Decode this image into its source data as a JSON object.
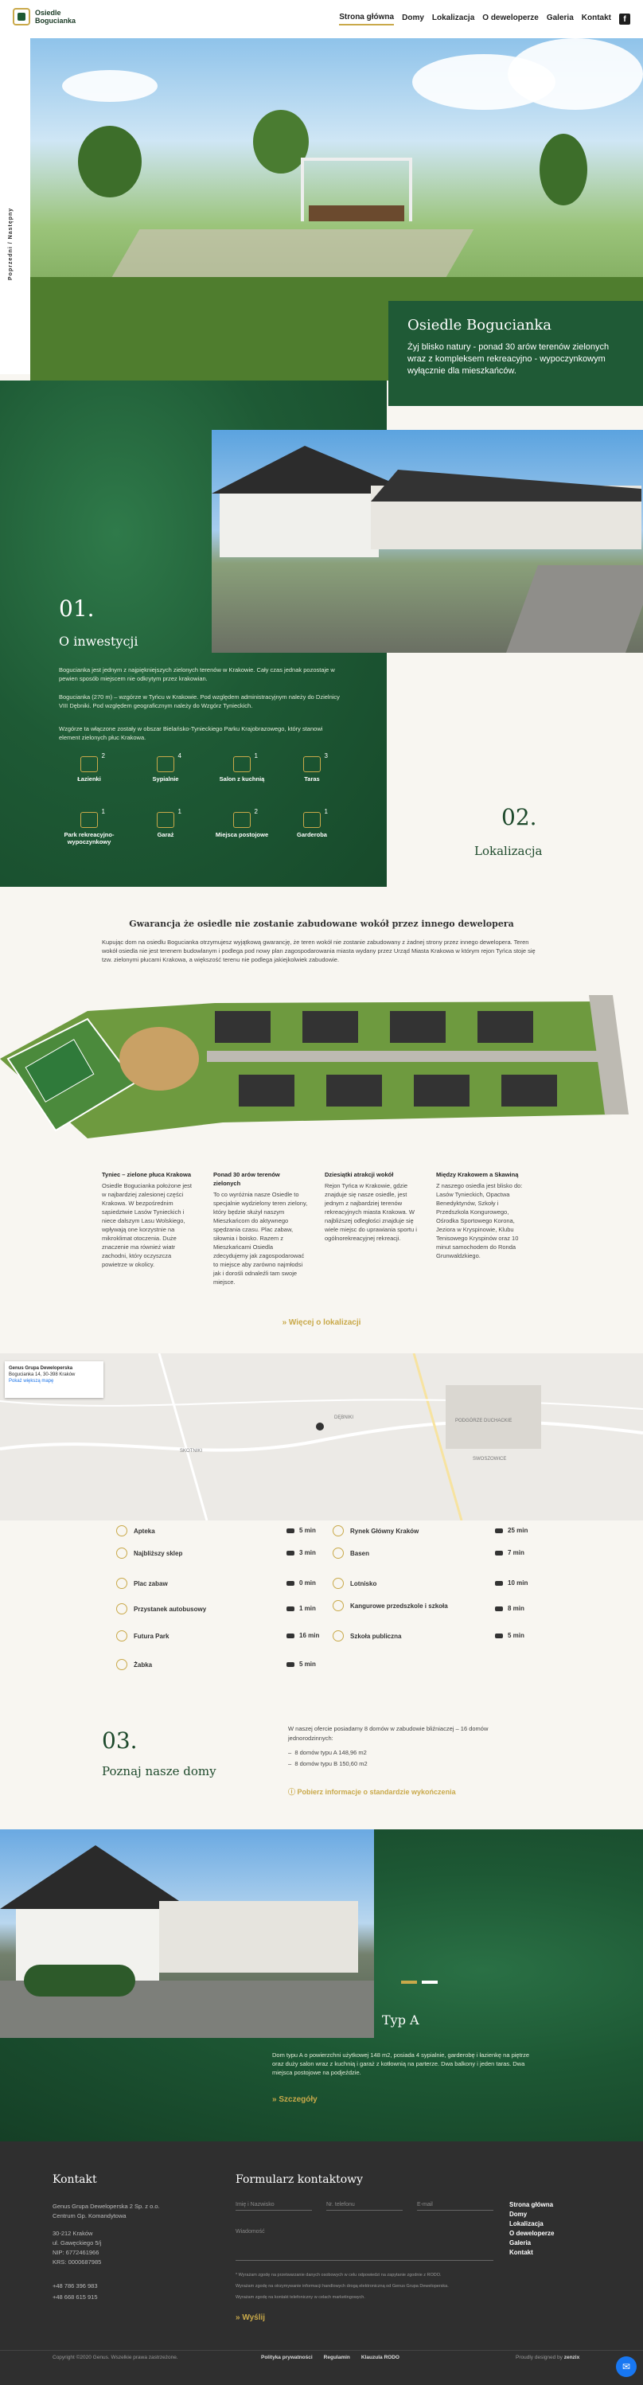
{
  "header": {
    "logo": "Osiedle\nBogucianka",
    "nav": [
      "Strona główna",
      "Domy",
      "Lokalizacja",
      "O deweloperze",
      "Galeria",
      "Kontakt"
    ],
    "side_tab": "Poprzedni / Następny"
  },
  "hero": {
    "title": "Osiedle Bogucianka",
    "text": "Żyj blisko natury - ponad 30 arów terenów zielonych wraz z kompleksem rekreacyjno - wypoczynkowym wyłącznie dla mieszkańców."
  },
  "investment": {
    "number": "01.",
    "title": "O inwestycji",
    "p1": "Bogucianka jest jednym z najpiękniejszych zielonych terenów w Krakowie. Cały czas jednak pozostaje w pewien sposób miejscem nie odkrytym przez krakowian.",
    "p2": "Bogucianka (270 m) – wzgórze w Tyńcu w Krakowie. Pod względem administracyjnym należy do Dzielnicy VIII Dębniki. Pod względem geograficznym należy do Wzgórz Tynieckich.",
    "p3": "Wzgórze ta włączone zostały w obszar Bielańsko-Tynieckiego Parku Krajobrazowego, który stanowi element zielonych płuc Krakowa.",
    "amenities": [
      {
        "label": "Łazienki",
        "count": "2"
      },
      {
        "label": "Sypialnie",
        "count": "4"
      },
      {
        "label": "Salon z kuchnią",
        "count": "1"
      },
      {
        "label": "Taras",
        "count": "3"
      },
      {
        "label": "Park rekreacyjno-wypoczynkowy",
        "count": "1"
      },
      {
        "label": "Garaż",
        "count": "1"
      },
      {
        "label": "Miejsca postojowe",
        "count": "2"
      },
      {
        "label": "Garderoba",
        "count": "1"
      }
    ]
  },
  "location": {
    "number": "02.",
    "title": "Lokalizacja"
  },
  "guarantee": {
    "title": "Gwarancja że osiedle nie zostanie zabudowane wokół przez innego dewelopera",
    "text": "Kupując dom na osiedlu Bogucianka otrzymujesz wyjątkową gwarancję, że teren wokół nie zostanie zabudowany z żadnej strony przez innego dewelopera. Teren wokół osiedla nie jest terenem budowlanym i podlega pod nowy plan zagospodarowania miasta wydany przez Urząd Miasta Krakowa w którym rejon Tyńca stoje się tzw. zielonymi płucami Krakowa, a większość terenu nie podlega jakiejkolwiek zabudowie.",
    "columns": [
      {
        "title": "Tyniec – zielone płuca Krakowa",
        "text": "Osiedle Bogucianka położone jest w najbardziej zalesionej części Krakowa. W bezpośrednim sąsiedztwie Lasów Tynieckich i niece dalszym Lasu Wolskiego, wpływają one korzystnie na mikroklimat otoczenia. Duże znaczenie ma również wiatr zachodni, który oczyszcza powietrze w okolicy."
      },
      {
        "title": "Ponad 30 arów terenów zielonych",
        "text": "To co wyróżnia nasze Osiedle to specjalnie wydzielony teren zielony, który będzie służył naszym Mieszkańcom do aktywnego spędzania czasu. Plac zabaw, siłownia i boisko. Razem z Mieszkańcami Osiedla zdecydujemy jak zagospodarować to miejsce aby zarówno najmłodsi jak i dorośli odnaleźli tam swoje miejsce."
      },
      {
        "title": "Dziesiątki atrakcji wokół",
        "text": "Rejon Tyńca w Krakowie, gdzie znajduje się nasze osiedle, jest jednym z najbardziej terenów rekreacyjnych miasta Krakowa. W najbliższej odległości znajduje się wiele miejsc do uprawiania sportu i ogólnorekreacyjnej rekreacji."
      },
      {
        "title": "Między Krakowem a Skawiną",
        "text": "Z naszego osiedla jest blisko do: Lasów Tynieckich, Opactwa Benedyktynów, Szkoły i Przedszkola Kongurowego, Ośrodka Sportowego Korona, Jeziora w Kryspinowie, Klubu Tenisowego Kryspinów oraz 10 minut samochodem do Ronda Grunwaldzkiego."
      }
    ],
    "more": "» Więcej o lokalizacji"
  },
  "map": {
    "card_title": "Genus Grupa Deweloperska",
    "card_addr": "Bogucianka 14, 30-398 Kraków",
    "card_link": "Pokaż większą mapę",
    "labels": [
      "SKOTNIKI",
      "DĘBNIKI",
      "PODGÓRZE DUCHACKIE",
      "SWOSZOWICE"
    ]
  },
  "distances": [
    {
      "name": "Apteka",
      "time": "5 min"
    },
    {
      "name": "Rynek Główny Kraków",
      "time": "25 min"
    },
    {
      "name": "Najbliższy sklep",
      "time": "3 min"
    },
    {
      "name": "Basen",
      "time": "7 min"
    },
    {
      "name": "Plac zabaw",
      "time": "0 min"
    },
    {
      "name": "Lotnisko",
      "time": "10 min"
    },
    {
      "name": "Przystanek autobusowy",
      "time": "1 min"
    },
    {
      "name": "Kangurowe przedszkole i szkoła",
      "time": "8 min"
    },
    {
      "name": "Futura Park",
      "time": "16 min"
    },
    {
      "name": "Szkoła publiczna",
      "time": "5 min"
    },
    {
      "name": "Żabka",
      "time": "5 min"
    }
  ],
  "houses": {
    "number": "03.",
    "title": "Poznaj nasze domy",
    "intro": "W naszej ofercie posiadamy 8 domów w zabudowie bliźniaczej – 16 domów jednorodzinnych:",
    "items": [
      "8 domów typu A 148,96 m2",
      "8 domów typu B 150,60 m2"
    ],
    "link": "Pobierz informacje o standardzie wykończenia"
  },
  "typeA": {
    "title": "Typ A",
    "text": "Dom typu A o powierzchni użytkowej 148 m2, posiada 4 sypialnie, garderobę i łazienkę na piętrze oraz duży salon wraz z kuchnią i garaż z kotłownią na parterze. Dwa balkony i jeden taras. Dwa miejsca postojowe na podjeździe.",
    "more": "» Szczegóły"
  },
  "footer": {
    "contact_title": "Kontakt",
    "company": "Genus Grupa Deweloperska 2 Sp. z o.o.",
    "company2": "Centrum Gp. Komandytowa",
    "addr1": "30-212 Kraków",
    "addr2": "ul. Gawęckiego 5/j",
    "nip": "NIP: 6772461966",
    "krs": "KRS: 0000687985",
    "phone1": "+48 786 396 983",
    "phone2": "+48 668 615 915",
    "form_title": "Formularz kontaktowy",
    "f_name": "Imię i Nazwisko",
    "f_phone": "Nr. telefonu",
    "f_email": "E-mail",
    "f_msg": "Wiadomość",
    "consent1": "* Wyrażam zgodę na przetwarzanie danych osobowych w celu odpowiedzi na zapytanie zgodnie z RODO.",
    "consent2": "Wyrażam zgodę na otrzymywanie informacji handlowych drogą elektroniczną od Genus Grupa Deweloperska.",
    "consent3": "Wyrażam zgodę na kontakt telefoniczny w celach marketingowych.",
    "send": "» Wyślij",
    "nav": [
      "Strona główna",
      "Domy",
      "Lokalizacja",
      "O deweloperze",
      "Galeria",
      "Kontakt"
    ],
    "copyright": "Copyright ©2020 Genus. Wszelkie prawa zastrzeżone.",
    "policy": [
      "Polityka prywatności",
      "Regulamin",
      "Klauzula RODO"
    ],
    "designed": "Proudly designed by",
    "designer": "zenzix"
  }
}
